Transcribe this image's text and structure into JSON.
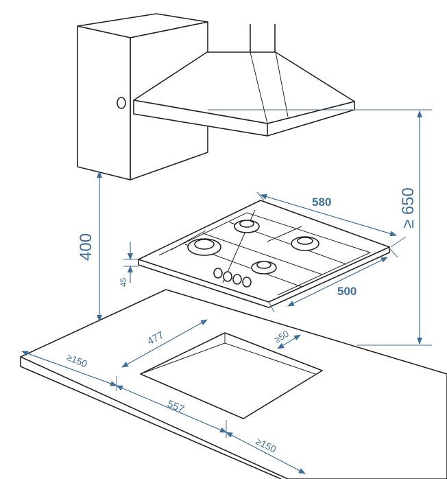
{
  "diagram": {
    "colors": {
      "dimension": "#3d6e98",
      "outline": "#222222"
    },
    "dimensions": {
      "hob_width": "580",
      "hob_depth": "500",
      "hood_clearance": "≥ 650",
      "cabinet_clearance": "400",
      "hob_height": "45",
      "cutout_depth": "477",
      "rear_clearance": "≥50",
      "left_clearance": "≥150",
      "cutout_width": "557",
      "right_clearance": "≥150"
    }
  }
}
